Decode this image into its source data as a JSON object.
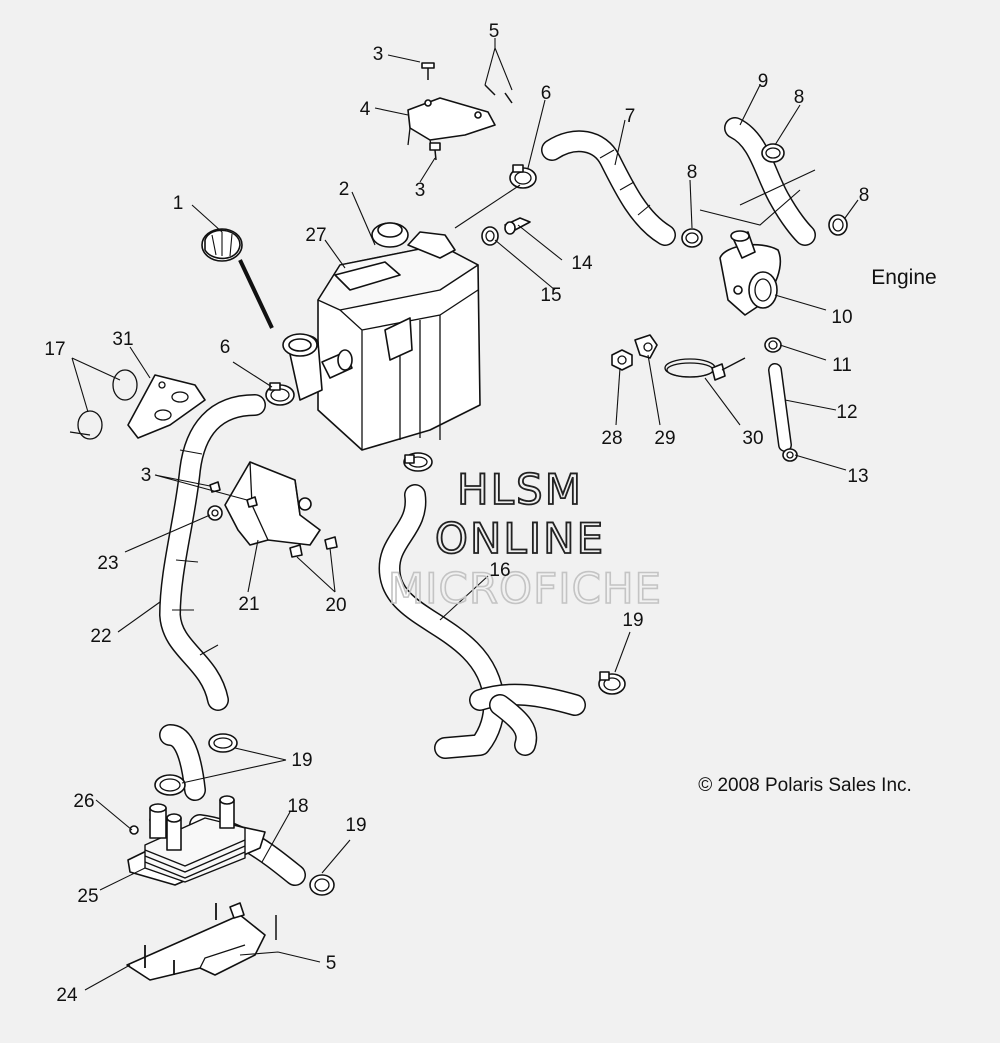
{
  "diagram": {
    "label_engine": "Engine",
    "copyright": "© 2008 Polaris Sales Inc.",
    "watermark": [
      "HLSM",
      "ONLINE",
      "MICROFICHE"
    ],
    "callouts": [
      "1",
      "2",
      "3",
      "3",
      "3",
      "4",
      "5",
      "5",
      "6",
      "6",
      "7",
      "8",
      "8",
      "8",
      "9",
      "10",
      "11",
      "12",
      "13",
      "14",
      "15",
      "16",
      "17",
      "18",
      "19",
      "19",
      "19",
      "20",
      "21",
      "22",
      "23",
      "24",
      "25",
      "26",
      "27",
      "28",
      "29",
      "30",
      "31"
    ]
  }
}
